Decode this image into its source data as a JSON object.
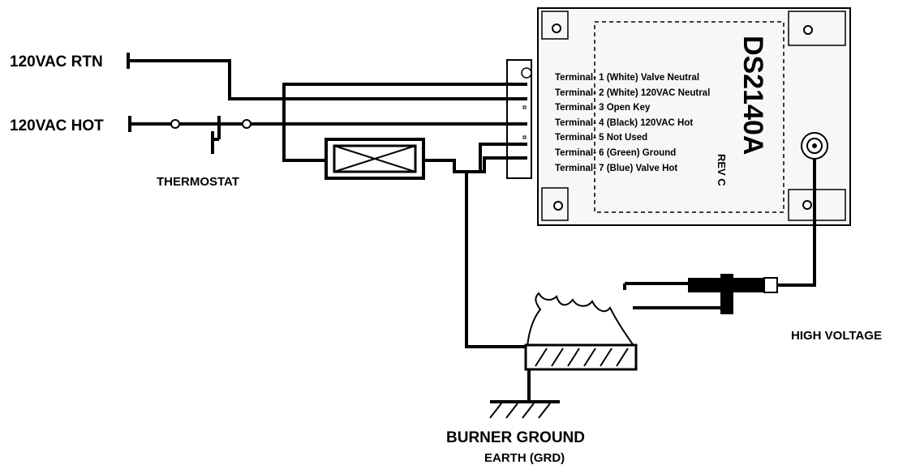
{
  "labels": {
    "rtn": "120VAC RTN",
    "hot": "120VAC HOT",
    "thermostat": "THERMOSTAT",
    "high_voltage": "HIGH VOLTAGE",
    "burner_ground": "BURNER GROUND",
    "earth": "EARTH (GRD)"
  },
  "module": {
    "model": "DS2140A",
    "revision": "REV C",
    "terminals": [
      "Terminal- 1 (White) Valve Neutral",
      "Terminal- 2 (White) 120VAC Neutral",
      "Terminal- 3 Open Key",
      "Terminal- 4 (Black) 120VAC Hot",
      "Terminal- 5 Not Used",
      "Terminal- 6 (Green) Ground",
      "Terminal- 7 (Blue) Valve Hot"
    ]
  },
  "colors": {
    "line": "#000000",
    "background": "#ffffff",
    "module_fill": "#f7f7f7"
  }
}
